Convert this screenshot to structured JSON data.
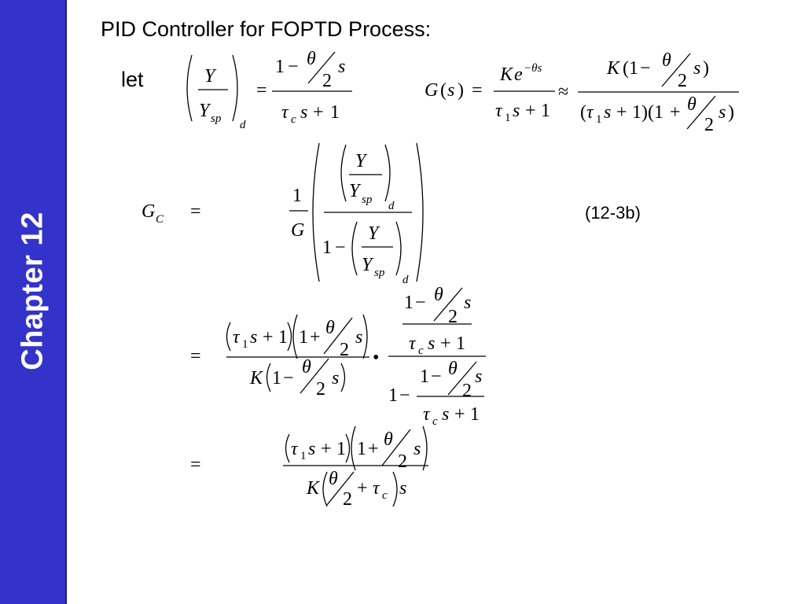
{
  "sidebar": {
    "chapter_label": "Chapter 12",
    "color": "#3333cc"
  },
  "slide": {
    "title": "PID Controller for FOPTD Process:",
    "let_word": "let",
    "equation_number": "(12-3b)"
  },
  "math": {
    "Y": "Y",
    "Ysp": "Y",
    "sp": "sp",
    "d": "d",
    "one": "1",
    "minus": "−",
    "plus": "+",
    "eq": "=",
    "approx": "≈",
    "bullet": "•",
    "theta": "θ",
    "two": "2",
    "s": "s",
    "tau": "τ",
    "c": "c",
    "sub1": "1",
    "K": "K",
    "G": "G",
    "C": "C",
    "e": "e",
    "exp": "−θs"
  }
}
